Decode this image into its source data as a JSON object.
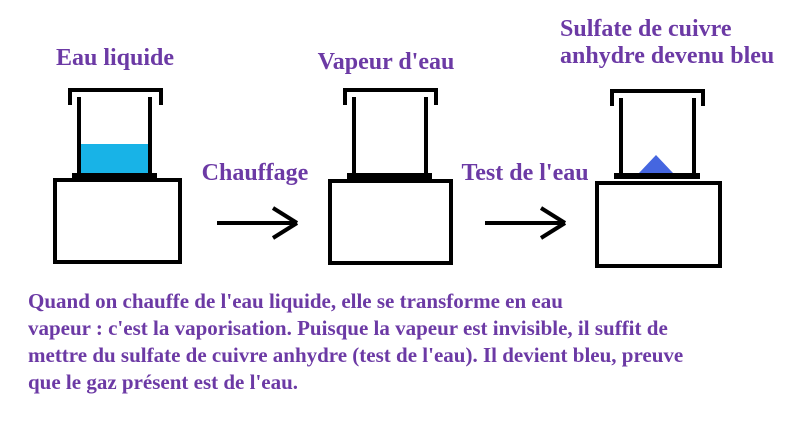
{
  "diagram": {
    "stages": [
      {
        "title": "Eau liquide",
        "content": "liquid-water"
      },
      {
        "title": "Vapeur d'eau",
        "content": "empty"
      },
      {
        "title_line1": "Sulfate de cuivre",
        "title_line2": "anhydre devenu bleu",
        "content": "blue-crystal"
      }
    ],
    "arrows": [
      {
        "label": "Chauffage"
      },
      {
        "label": "Test de l'eau"
      }
    ]
  },
  "caption": {
    "lines": [
      "Quand on chauffe de l'eau liquide, elle se transforme en eau",
      "vapeur : c'est la vaporisation. Puisque la vapeur est invisible, il suffit de",
      "mettre du sulfate de cuivre anhydre (test de l'eau). Il devient bleu, preuve",
      "que le gaz présent est de l'eau."
    ]
  },
  "colors": {
    "text_purple": "#6c3aa5",
    "liquid_cyan": "#18b3e7",
    "crystal_blue": "#4566e0",
    "line_black": "#000000"
  }
}
